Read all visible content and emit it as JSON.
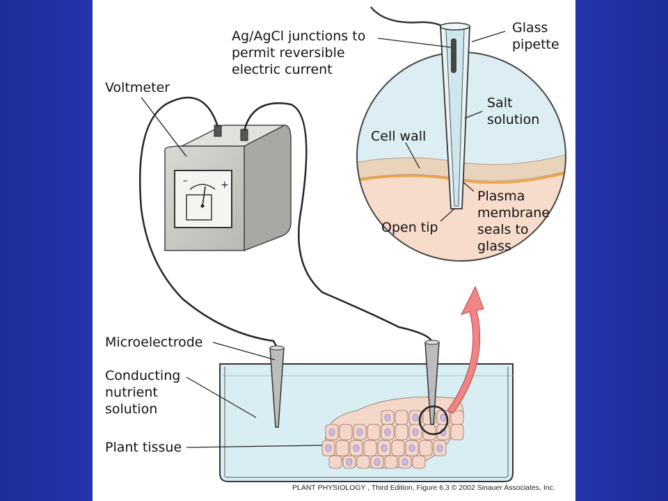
{
  "labels": {
    "agagcl": "Ag/AgCl junctions to\npermit reversible\nelectric current",
    "glass_pipette": "Glass\npipette",
    "voltmeter": "Voltmeter",
    "salt_solution": "Salt\nsolution",
    "cell_wall": "Cell wall",
    "plasma_membrane": "Plasma\nmembrane\nseals to\nglass",
    "open_tip": "Open tip",
    "microelectrode": "Microelectrode",
    "conducting": "Conducting\nnutrient\nsolution",
    "plant_tissue": "Plant tissue"
  },
  "meter": {
    "minus": "–",
    "plus": "+"
  },
  "caption": "PLANT PHYSIOLOGY , Third Edition, Figure 6.3  © 2002 Sinauer Associates, Inc.",
  "colors": {
    "background": "#2a3bc2",
    "meter_body": "#cfcfc9",
    "solution": "#d8ecf2",
    "cell_wall": "#e9cdb5",
    "membrane": "#f0a040",
    "cell_fill": "#f6d6c8",
    "nucleus": "#c8bde6",
    "arrow": "#f07a7a"
  }
}
